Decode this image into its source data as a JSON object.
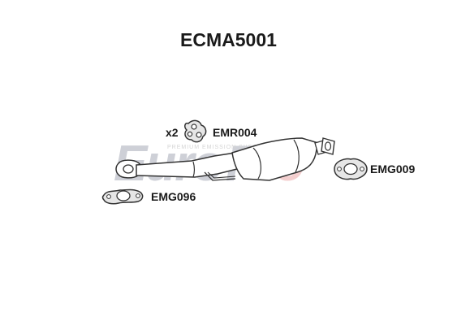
{
  "title": "ECMA5001",
  "parts": [
    {
      "code": "EMR004",
      "quantity": "x2"
    },
    {
      "code": "EMG009"
    },
    {
      "code": "EMG096"
    }
  ],
  "watermark": {
    "logo": "EuroFlo",
    "tagline": "PREMIUM EMISSION SYSTEMS",
    "colors": {
      "main": "#c9cbd3",
      "accent": "#f2c9c9"
    }
  },
  "colors": {
    "line": "#333333",
    "fill": "#ffffff",
    "part_fill": "#e6e6e6"
  }
}
